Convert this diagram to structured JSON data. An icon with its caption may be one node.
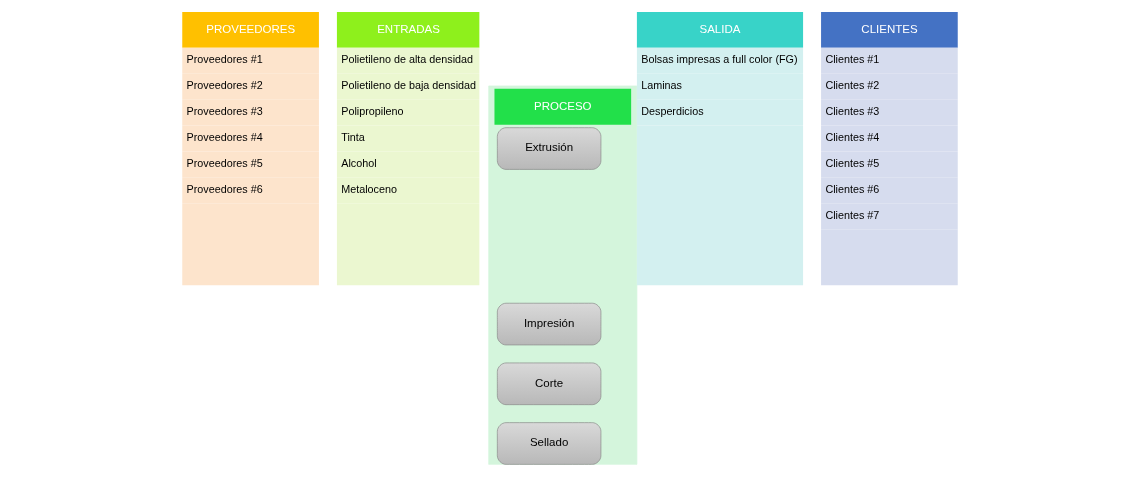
{
  "diagram": {
    "nodes": [
      {
        "text": [
          "PROVEEDORES",
          "Proveedores #1",
          "Proveedores #2",
          "Proveedores #3",
          "Proveedores #4",
          "Proveedores #5",
          "Proveedores #6"
        ]
      },
      {
        "text": [
          "ENTRADAS",
          "Polietileno de alta densidad",
          "Polietileno de baja densidad",
          "Polipropileno",
          "Tinta",
          "Alcohol",
          "Metaloceno"
        ]
      },
      {
        "text": [
          "PROCESO"
        ]
      },
      {
        "text": [
          "Extrusión"
        ],
        "in": 2
      },
      {
        "text": [
          "Impresión"
        ],
        "in": 2
      },
      {
        "text": [
          "Corte"
        ],
        "in": 2
      },
      {
        "text": [
          "Sellado"
        ],
        "in": 2
      },
      {
        "text": [
          "SALIDA",
          "Bolsas impresas a full color (FG)",
          "Laminas",
          "Desperdicios"
        ]
      },
      {
        "text": [
          "CLIENTES",
          "Clientes #1",
          "Clientes #2",
          "Clientes #3",
          "Clientes #4",
          "Clientes #5",
          "Clientes #6",
          "Clientes #7"
        ]
      }
    ],
    "edges": []
  }
}
